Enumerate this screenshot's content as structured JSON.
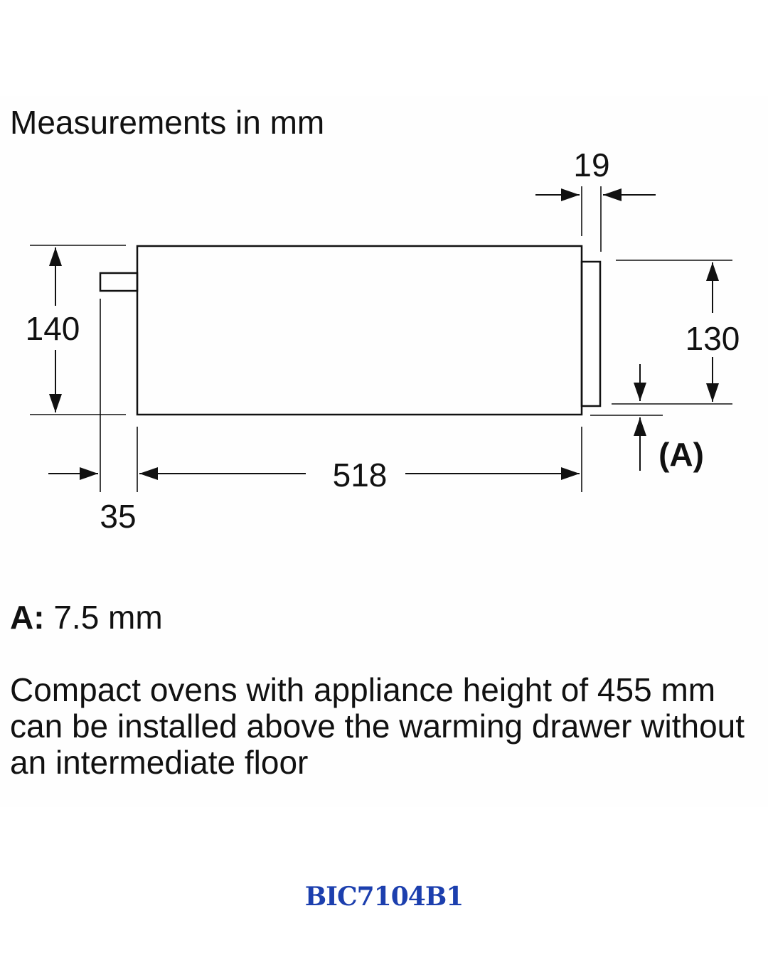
{
  "heading": "Measurements in mm",
  "dimensions": {
    "depth_top_gap": "19",
    "height_left": "140",
    "height_right": "130",
    "width": "518",
    "offset_left": "35",
    "gap_marker": "(A)"
  },
  "note_a": {
    "key": "A:",
    "value": "7.5 mm"
  },
  "note_text": "Compact ovens with appliance height of 455 mm can be installed above the warming drawer without an intermediate floor",
  "model": "BIC7104B1"
}
